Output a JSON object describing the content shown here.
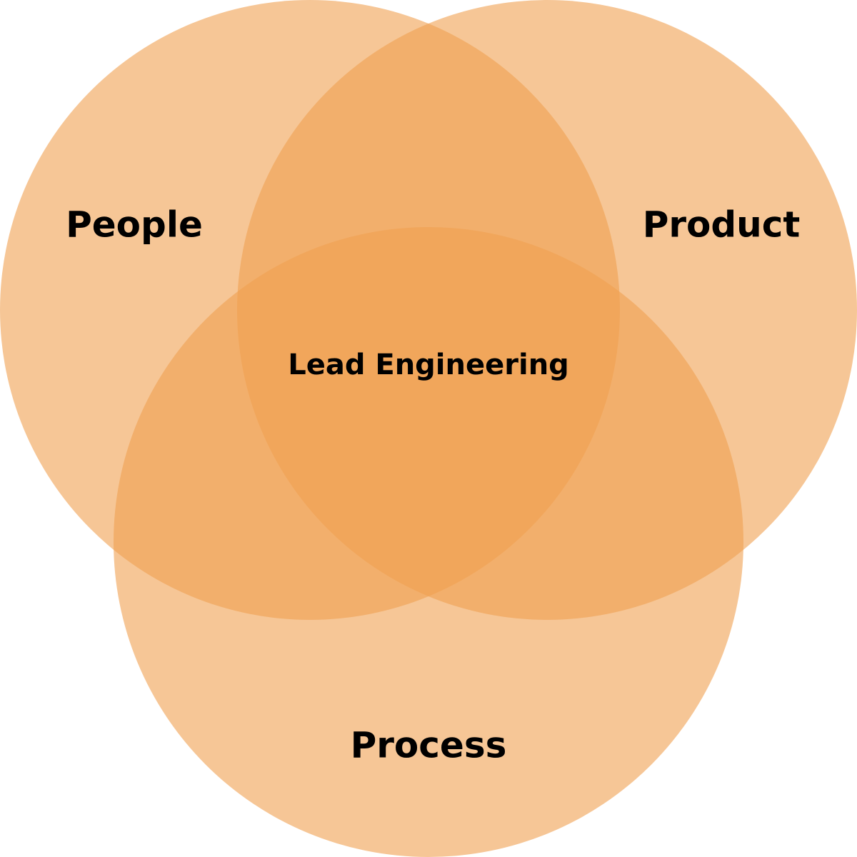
{
  "diagram": {
    "type": "venn",
    "sets": [
      {
        "id": "people",
        "label": "People"
      },
      {
        "id": "product",
        "label": "Product"
      },
      {
        "id": "process",
        "label": "Process"
      }
    ],
    "intersection_label": "Lead Engineering",
    "colors": {
      "circle_fill": "#F0A050",
      "label_text": "#000000",
      "background": "#FFFFFF"
    }
  }
}
